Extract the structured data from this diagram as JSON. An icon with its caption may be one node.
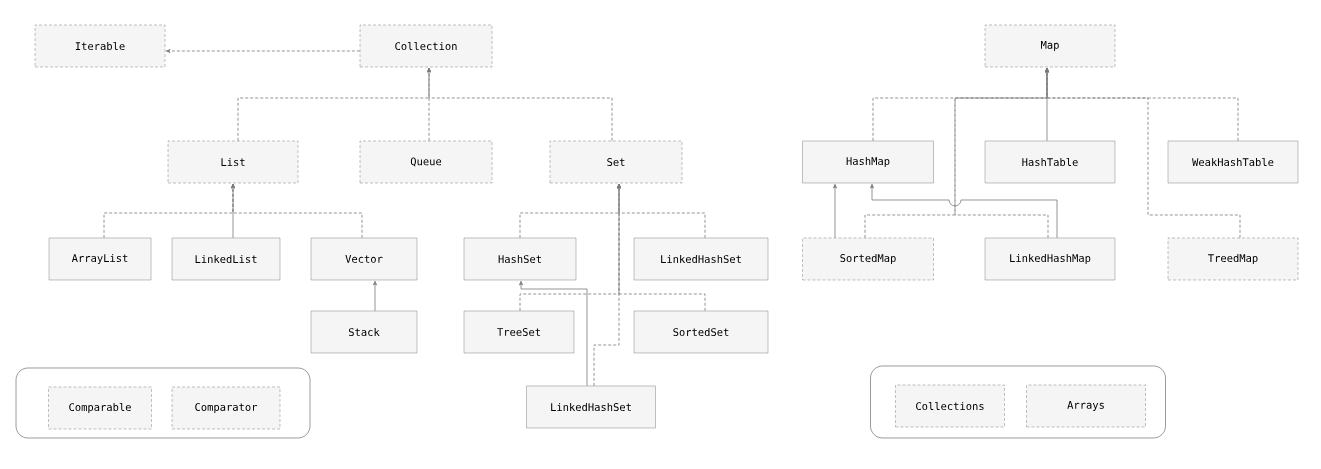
{
  "diagram": {
    "nodes": [
      {
        "text": [
          "Iterable"
        ]
      },
      {
        "text": [
          "Collection"
        ]
      },
      {
        "text": [
          "List"
        ]
      },
      {
        "text": [
          "Queue"
        ]
      },
      {
        "text": [
          "Set"
        ]
      },
      {
        "text": [
          "ArrayList"
        ]
      },
      {
        "text": [
          "LinkedList"
        ]
      },
      {
        "text": [
          "Vector"
        ]
      },
      {
        "text": [
          "Stack"
        ]
      },
      {
        "text": [
          "HashSet"
        ]
      },
      {
        "text": [
          "LinkedHashSet"
        ]
      },
      {
        "text": [
          "TreeSet"
        ]
      },
      {
        "text": [
          "SortedSet"
        ]
      },
      {
        "text": [
          "LinkedHashSet"
        ]
      },
      {
        "text": [],
        "shape": "box"
      },
      {
        "text": [
          "Comparable"
        ],
        "in": 14
      },
      {
        "text": [
          "Comparator"
        ],
        "in": 14
      },
      {
        "text": [
          "Map"
        ]
      },
      {
        "text": [
          "HashMap"
        ]
      },
      {
        "text": [
          "HashTable"
        ]
      },
      {
        "text": [
          "WeakHashTable"
        ]
      },
      {
        "text": [
          "SortedMap"
        ]
      },
      {
        "text": [
          "LinkedHashMap"
        ]
      },
      {
        "text": [
          "TreedMap"
        ]
      },
      {
        "text": [],
        "shape": "box"
      },
      {
        "text": [
          "Collections"
        ],
        "in": 24
      },
      {
        "text": [
          "Arrays"
        ],
        "in": 24
      }
    ],
    "edges": [
      {
        "from": 1,
        "to": 0,
        "arrow": "to",
        "style": "dashed"
      },
      {
        "from": 2,
        "to": 1,
        "arrow": "to",
        "style": "dashed"
      },
      {
        "from": 3,
        "to": 1,
        "arrow": "to",
        "style": "dashed"
      },
      {
        "from": 4,
        "to": 1,
        "arrow": "to",
        "style": "dashed"
      },
      {
        "from": 5,
        "to": 2,
        "arrow": "to",
        "style": "dashed"
      },
      {
        "from": 6,
        "to": 2,
        "arrow": "to"
      },
      {
        "from": 7,
        "to": 2,
        "arrow": "to",
        "style": "dashed"
      },
      {
        "from": 8,
        "to": 7,
        "arrow": "to"
      },
      {
        "from": 9,
        "to": 4,
        "arrow": "to",
        "style": "dashed"
      },
      {
        "from": 10,
        "to": 4,
        "arrow": "to",
        "style": "dashed"
      },
      {
        "from": 11,
        "to": 4,
        "arrow": "to",
        "style": "dashed"
      },
      {
        "from": 12,
        "to": 4,
        "arrow": "to",
        "style": "dashed"
      },
      {
        "from": 13,
        "to": 4,
        "arrow": "to",
        "style": "dashed"
      },
      {
        "from": 13,
        "to": 9,
        "arrow": "to"
      },
      {
        "from": 18,
        "to": 17,
        "arrow": "to",
        "style": "dashed"
      },
      {
        "from": 19,
        "to": 17,
        "arrow": "to"
      },
      {
        "from": 20,
        "to": 17,
        "arrow": "to",
        "style": "dashed"
      },
      {
        "from": 21,
        "to": 17,
        "arrow": "to",
        "style": "dashed"
      },
      {
        "from": 22,
        "to": 17,
        "arrow": "to",
        "style": "dashed"
      },
      {
        "from": 23,
        "to": 17,
        "arrow": "to",
        "style": "dashed"
      },
      {
        "from": 21,
        "to": 18,
        "arrow": "to"
      },
      {
        "from": 22,
        "to": 18,
        "arrow": "to"
      }
    ]
  }
}
